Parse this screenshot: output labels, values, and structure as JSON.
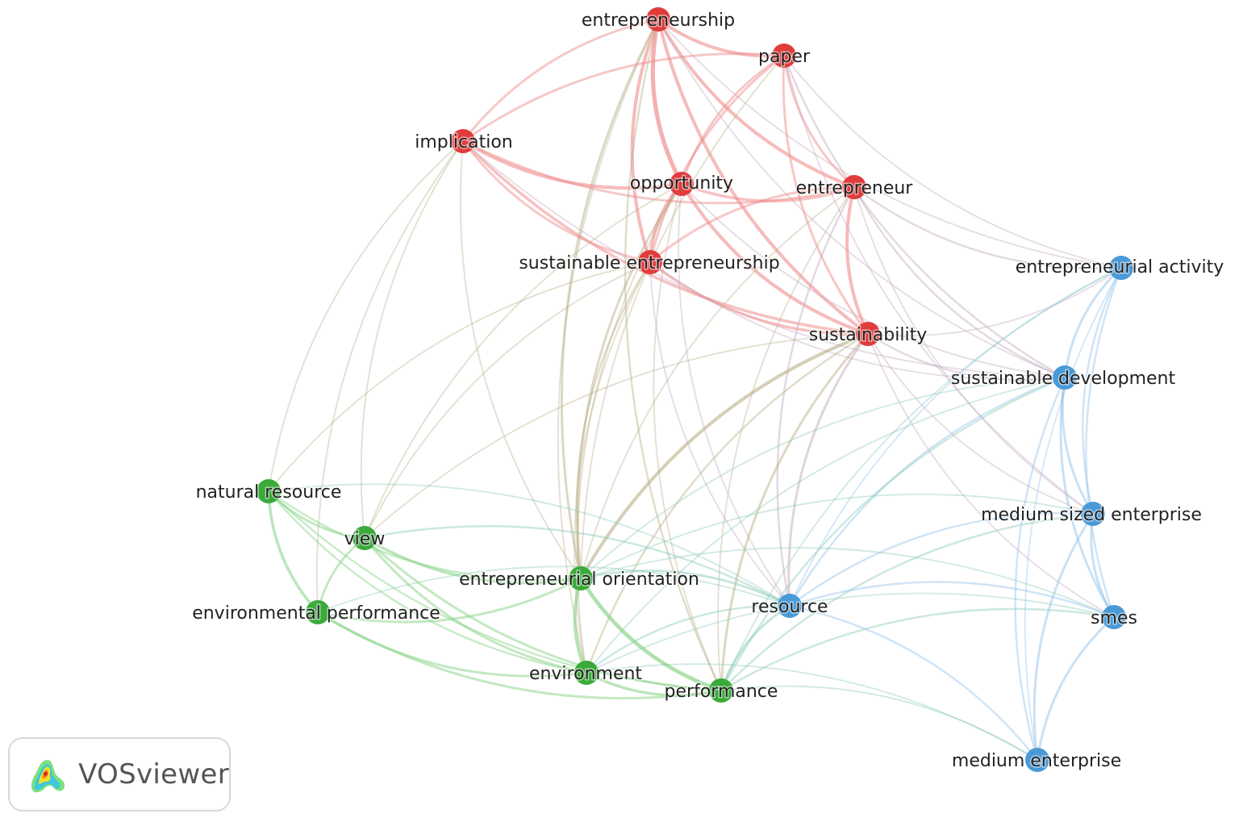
{
  "clusters": {
    "red": {
      "node": "#e03c3c",
      "edge": "#ef8a8a"
    },
    "green": {
      "node": "#3aaa3a",
      "edge": "#7fd07f"
    },
    "blue": {
      "node": "#4a9ad8",
      "edge": "#8fc1ea"
    }
  },
  "nodes": [
    {
      "id": "entrepreneurship",
      "label": "entrepreneurship",
      "cluster": "red"
    },
    {
      "id": "paper",
      "label": "paper",
      "cluster": "red"
    },
    {
      "id": "implication",
      "label": "implication",
      "cluster": "red"
    },
    {
      "id": "opportunity",
      "label": "opportunity",
      "cluster": "red"
    },
    {
      "id": "entrepreneur",
      "label": "entrepreneur",
      "cluster": "red"
    },
    {
      "id": "sustainable-entrepreneurship",
      "label": "sustainable entrepreneurship",
      "cluster": "red"
    },
    {
      "id": "sustainability",
      "label": "sustainability",
      "cluster": "red"
    },
    {
      "id": "entrepreneurial-activity",
      "label": "entrepreneurial activity",
      "cluster": "blue"
    },
    {
      "id": "sustainable-development",
      "label": "sustainable development",
      "cluster": "blue"
    },
    {
      "id": "medium-sized-enterprise",
      "label": "medium sized enterprise",
      "cluster": "blue"
    },
    {
      "id": "smes",
      "label": "smes",
      "cluster": "blue"
    },
    {
      "id": "medium-enterprise",
      "label": "medium enterprise",
      "cluster": "blue"
    },
    {
      "id": "resource",
      "label": "resource",
      "cluster": "blue"
    },
    {
      "id": "natural-resource",
      "label": "natural resource",
      "cluster": "green"
    },
    {
      "id": "view",
      "label": "view",
      "cluster": "green"
    },
    {
      "id": "environmental-performance",
      "label": "environmental performance",
      "cluster": "green"
    },
    {
      "id": "entrepreneurial-orientation",
      "label": "entrepreneurial orientation",
      "cluster": "green"
    },
    {
      "id": "environment",
      "label": "environment",
      "cluster": "green"
    },
    {
      "id": "performance",
      "label": "performance",
      "cluster": "green"
    }
  ],
  "edges": [
    [
      "entrepreneurship",
      "paper",
      3
    ],
    [
      "entrepreneurship",
      "implication",
      2
    ],
    [
      "entrepreneurship",
      "opportunity",
      4
    ],
    [
      "entrepreneurship",
      "entrepreneur",
      3
    ],
    [
      "entrepreneurship",
      "sustainable-entrepreneurship",
      3
    ],
    [
      "entrepreneurship",
      "sustainability",
      3
    ],
    [
      "entrepreneurship",
      "entrepreneurial-orientation",
      2
    ],
    [
      "entrepreneurship",
      "performance",
      1.5
    ],
    [
      "entrepreneurship",
      "environment",
      1
    ],
    [
      "entrepreneurship",
      "sustainable-development",
      1
    ],
    [
      "entrepreneurship",
      "entrepreneurial-activity",
      1
    ],
    [
      "paper",
      "implication",
      2
    ],
    [
      "paper",
      "opportunity",
      2
    ],
    [
      "paper",
      "entrepreneur",
      2
    ],
    [
      "paper",
      "sustainable-entrepreneurship",
      2
    ],
    [
      "paper",
      "sustainability",
      2
    ],
    [
      "paper",
      "entrepreneurial-activity",
      1
    ],
    [
      "paper",
      "sustainable-development",
      1.5
    ],
    [
      "paper",
      "entrepreneurial-orientation",
      1
    ],
    [
      "paper",
      "medium-sized-enterprise",
      1
    ],
    [
      "implication",
      "opportunity",
      3
    ],
    [
      "implication",
      "entrepreneur",
      2
    ],
    [
      "implication",
      "sustainable-entrepreneurship",
      2
    ],
    [
      "implication",
      "sustainability",
      2.5
    ],
    [
      "implication",
      "natural-resource",
      1
    ],
    [
      "implication",
      "view",
      1
    ],
    [
      "implication",
      "environmental-performance",
      1
    ],
    [
      "implication",
      "entrepreneurial-orientation",
      1
    ],
    [
      "implication",
      "sustainable-development",
      1
    ],
    [
      "opportunity",
      "entrepreneur",
      2.5
    ],
    [
      "opportunity",
      "sustainable-entrepreneurship",
      3
    ],
    [
      "opportunity",
      "sustainability",
      3
    ],
    [
      "opportunity",
      "entrepreneurial-orientation",
      2
    ],
    [
      "opportunity",
      "environment",
      1
    ],
    [
      "opportunity",
      "performance",
      1
    ],
    [
      "opportunity",
      "view",
      1
    ],
    [
      "opportunity",
      "resource",
      1
    ],
    [
      "opportunity",
      "sustainable-development",
      1
    ],
    [
      "entrepreneur",
      "sustainable-entrepreneurship",
      2
    ],
    [
      "entrepreneur",
      "sustainability",
      3
    ],
    [
      "entrepreneur",
      "entrepreneurial-activity",
      1.5
    ],
    [
      "entrepreneur",
      "sustainable-development",
      1.5
    ],
    [
      "entrepreneur",
      "resource",
      1.5
    ],
    [
      "entrepreneur",
      "performance",
      1
    ],
    [
      "entrepreneur",
      "medium-sized-enterprise",
      1
    ],
    [
      "entrepreneur",
      "entrepreneurial-orientation",
      1
    ],
    [
      "sustainable-entrepreneurship",
      "sustainability",
      2.5
    ],
    [
      "sustainable-entrepreneurship",
      "entrepreneurial-orientation",
      1.5
    ],
    [
      "sustainable-entrepreneurship",
      "natural-resource",
      1
    ],
    [
      "sustainable-entrepreneurship",
      "view",
      1
    ],
    [
      "sustainable-entrepreneurship",
      "resource",
      1
    ],
    [
      "sustainable-entrepreneurship",
      "sustainable-development",
      1
    ],
    [
      "sustainable-entrepreneurship",
      "environment",
      1
    ],
    [
      "sustainability",
      "entrepreneurial-orientation",
      3
    ],
    [
      "sustainability",
      "performance",
      2
    ],
    [
      "sustainability",
      "resource",
      2
    ],
    [
      "sustainability",
      "environment",
      1.5
    ],
    [
      "sustainability",
      "view",
      1
    ],
    [
      "sustainability",
      "sustainable-development",
      1.5
    ],
    [
      "sustainability",
      "entrepreneurial-activity",
      1
    ],
    [
      "sustainability",
      "medium-sized-enterprise",
      1
    ],
    [
      "sustainability",
      "smes",
      1
    ],
    [
      "entrepreneurial-activity",
      "sustainable-development",
      2
    ],
    [
      "entrepreneurial-activity",
      "medium-sized-enterprise",
      1.5
    ],
    [
      "entrepreneurial-activity",
      "smes",
      1.5
    ],
    [
      "entrepreneurial-activity",
      "medium-enterprise",
      1
    ],
    [
      "entrepreneurial-activity",
      "resource",
      1
    ],
    [
      "entrepreneurial-activity",
      "performance",
      1
    ],
    [
      "sustainable-development",
      "medium-sized-enterprise",
      2
    ],
    [
      "sustainable-development",
      "smes",
      2
    ],
    [
      "sustainable-development",
      "medium-enterprise",
      1.5
    ],
    [
      "sustainable-development",
      "resource",
      1.5
    ],
    [
      "sustainable-development",
      "performance",
      1.5
    ],
    [
      "sustainable-development",
      "entrepreneurial-orientation",
      1
    ],
    [
      "sustainable-development",
      "environment",
      1
    ],
    [
      "medium-sized-enterprise",
      "smes",
      2
    ],
    [
      "medium-sized-enterprise",
      "medium-enterprise",
      2
    ],
    [
      "medium-sized-enterprise",
      "resource",
      1.5
    ],
    [
      "medium-sized-enterprise",
      "performance",
      1.5
    ],
    [
      "medium-sized-enterprise",
      "entrepreneurial-orientation",
      1
    ],
    [
      "smes",
      "medium-enterprise",
      2
    ],
    [
      "smes",
      "resource",
      1.5
    ],
    [
      "smes",
      "performance",
      1.5
    ],
    [
      "smes",
      "environment",
      1
    ],
    [
      "smes",
      "entrepreneurial-orientation",
      1
    ],
    [
      "medium-enterprise",
      "resource",
      1.5
    ],
    [
      "medium-enterprise",
      "performance",
      1
    ],
    [
      "medium-enterprise",
      "environment",
      1
    ],
    [
      "resource",
      "performance",
      2
    ],
    [
      "resource",
      "entrepreneurial-orientation",
      2
    ],
    [
      "resource",
      "environment",
      1.5
    ],
    [
      "resource",
      "view",
      1.5
    ],
    [
      "resource",
      "environmental-performance",
      1
    ],
    [
      "resource",
      "natural-resource",
      1
    ],
    [
      "natural-resource",
      "view",
      2
    ],
    [
      "natural-resource",
      "environmental-performance",
      2.5
    ],
    [
      "natural-resource",
      "entrepreneurial-orientation",
      1.5
    ],
    [
      "natural-resource",
      "environment",
      1.5
    ],
    [
      "natural-resource",
      "performance",
      1.5
    ],
    [
      "view",
      "environmental-performance",
      2
    ],
    [
      "view",
      "entrepreneurial-orientation",
      2.5
    ],
    [
      "view",
      "environment",
      2
    ],
    [
      "view",
      "performance",
      2
    ],
    [
      "environmental-performance",
      "entrepreneurial-orientation",
      2
    ],
    [
      "environmental-performance",
      "environment",
      2
    ],
    [
      "environmental-performance",
      "performance",
      2
    ],
    [
      "entrepreneurial-orientation",
      "environment",
      3
    ],
    [
      "entrepreneurial-orientation",
      "performance",
      3.5
    ],
    [
      "environment",
      "performance",
      2.5
    ]
  ],
  "brand": {
    "name": "VOSviewer",
    "logo_icon": "vosviewer-heatmap-logo"
  }
}
